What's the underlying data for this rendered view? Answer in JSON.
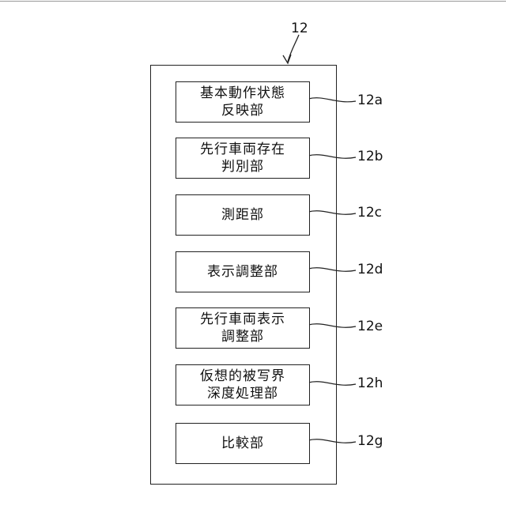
{
  "diagram": {
    "container_label": "12",
    "blocks": [
      {
        "lines": [
          "基本動作状態",
          "反映部"
        ],
        "ref": "12a"
      },
      {
        "lines": [
          "先行車両存在",
          "判別部"
        ],
        "ref": "12b"
      },
      {
        "lines": [
          "測距部"
        ],
        "ref": "12c"
      },
      {
        "lines": [
          "表示調整部"
        ],
        "ref": "12d"
      },
      {
        "lines": [
          "先行車両表示",
          "調整部"
        ],
        "ref": "12e"
      },
      {
        "lines": [
          "仮想的被写界",
          "深度処理部"
        ],
        "ref": "12h"
      },
      {
        "lines": [
          "比較部"
        ],
        "ref": "12g"
      }
    ]
  }
}
